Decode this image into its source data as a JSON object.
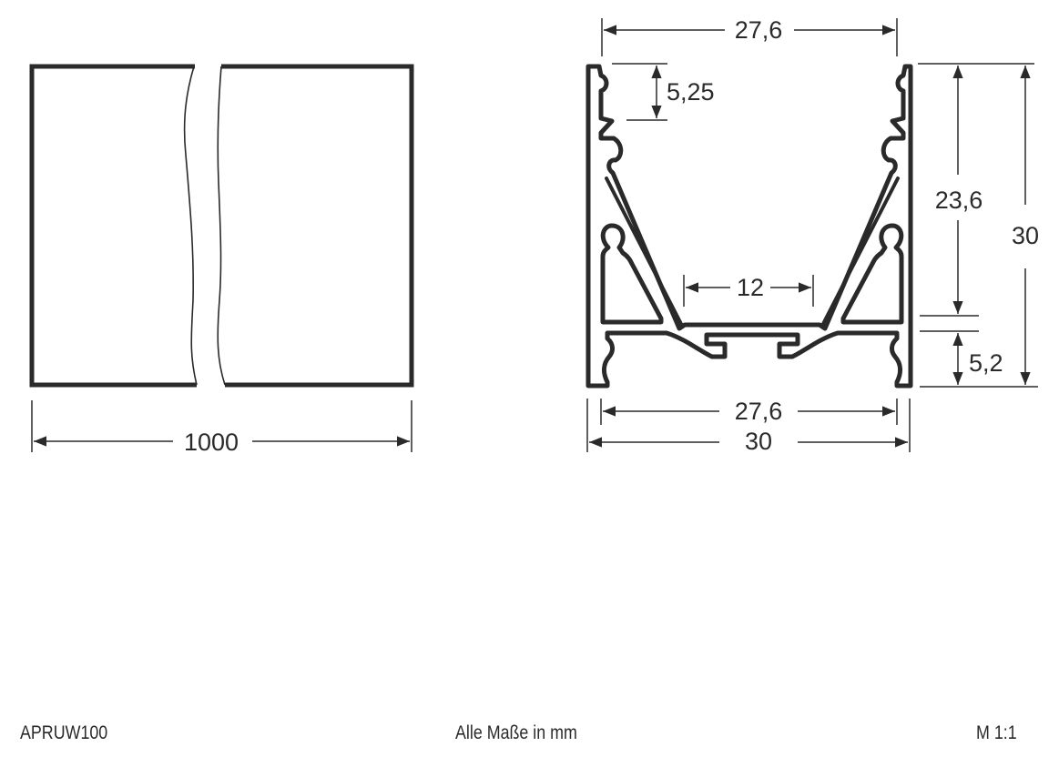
{
  "drawing": {
    "side_view": {
      "length_label": "1000"
    },
    "profile": {
      "top_inner_width": "27,6",
      "slot_spacing": "5,25",
      "inner_height": "23,6",
      "total_height_right": "30",
      "base_height": "5,2",
      "inner_channel_width": "12",
      "bottom_inner_width": "27,6",
      "bottom_total_width": "30"
    }
  },
  "footer": {
    "article_number": "APRUW100",
    "units_note": "Alle Maße in mm",
    "scale": "M 1:1"
  },
  "colors": {
    "line": "#2a2a2a",
    "background": "#ffffff"
  }
}
